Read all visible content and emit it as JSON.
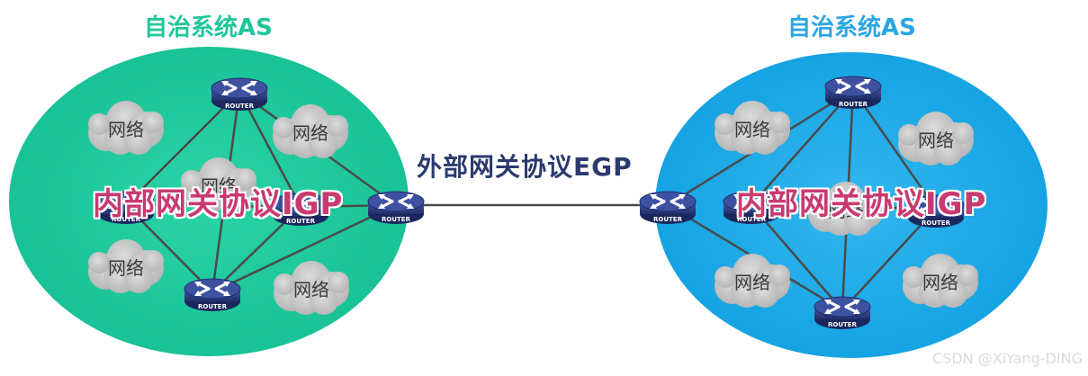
{
  "title_left": "自治系统AS",
  "title_right": "自治系统AS",
  "egp_label": "外部网关协议EGP",
  "igp_left": "内部网关协议IGP",
  "igp_right": "内部网关协议IGP",
  "network_label": "网络",
  "router_label": "ROUTER",
  "watermark": "CSDN @XiYang-DING",
  "colors": {
    "left_as": "#1ec79b",
    "right_as": "#15a9e8",
    "router_body": "#2d3f86",
    "cloud": "#c9c9c9",
    "igp_text": "#c93a6f",
    "egp_text": "#2b3a6e"
  }
}
